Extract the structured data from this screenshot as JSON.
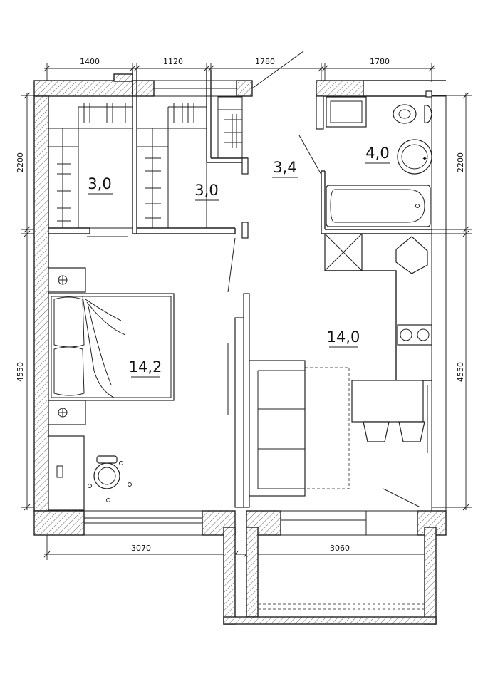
{
  "dimensions": {
    "top": [
      "1400",
      "1120",
      "1780",
      "1780"
    ],
    "bottom": [
      "3070",
      "3060"
    ],
    "left": [
      "2200",
      "4550"
    ],
    "right": [
      "2200",
      "4550"
    ]
  },
  "rooms": [
    {
      "id": "closet-left",
      "area": "3,0"
    },
    {
      "id": "closet-middle",
      "area": "3,0"
    },
    {
      "id": "hallway",
      "area": "3,4"
    },
    {
      "id": "bathroom",
      "area": "4,0"
    },
    {
      "id": "bedroom",
      "area": "14,2"
    },
    {
      "id": "kitchen-living",
      "area": "14,0"
    }
  ]
}
